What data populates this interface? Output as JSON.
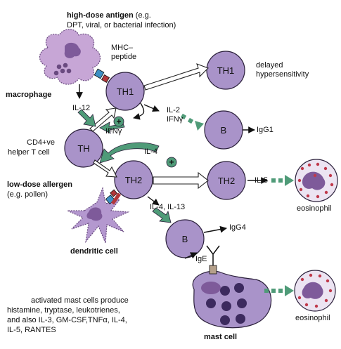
{
  "labels": {
    "high_dose_antigen": "high-dose antigen",
    "high_dose_examples_1": "(e.g.",
    "high_dose_examples_2": "DPT, viral, or bacterial infection)",
    "mhc_1": "MHC–",
    "mhc_2": "peptide",
    "macrophage": "macrophage",
    "il12": "IL-12",
    "cd4_1": "CD4+ve",
    "cd4_2": "helper T cell",
    "ifn_gamma_1": "IFNγ",
    "il2": "IL-2",
    "ifn_gamma_2": "IFNγ",
    "il4_top": "IL-4",
    "low_dose_1": "low-dose allergen",
    "low_dose_2": "(e.g. pollen)",
    "il4_il13": "IL-4, IL-13",
    "il5": "IL-5",
    "delayed_1": "delayed",
    "delayed_2": "hypersensitivity",
    "igg1": "IgG1",
    "igg4": "IgG4",
    "ige": "IgE",
    "eosinophil_1": "eosinophil",
    "eosinophil_2": "eosinophil",
    "dendritic_cell": "dendritic cell",
    "mast_cell": "mast cell",
    "plus_1": "+",
    "plus_2": "+",
    "mast_note_1": "activated mast cells produce",
    "mast_note_2": "histamine, tryptase, leukotrienes,",
    "mast_note_3": "and also IL-3, GM-CSF,TNFα, IL-4,",
    "mast_note_4": "IL-5, RANTES"
  },
  "cells": {
    "th1_main": "TH1",
    "th1_right": "TH1",
    "th_helper": "TH",
    "th2_main": "TH2",
    "th2_right": "TH2",
    "b_top": "B",
    "b_bottom": "B"
  },
  "colors": {
    "cell_fill": "#a993c9",
    "cell_stroke": "#2a1f3a",
    "green_arrow": "#4f9b78",
    "mhc_blue": "#3d8fc4",
    "receptor_red": "#b2373a",
    "eos_granule": "#c0394b",
    "mast_granule": "#3c2a5e"
  }
}
